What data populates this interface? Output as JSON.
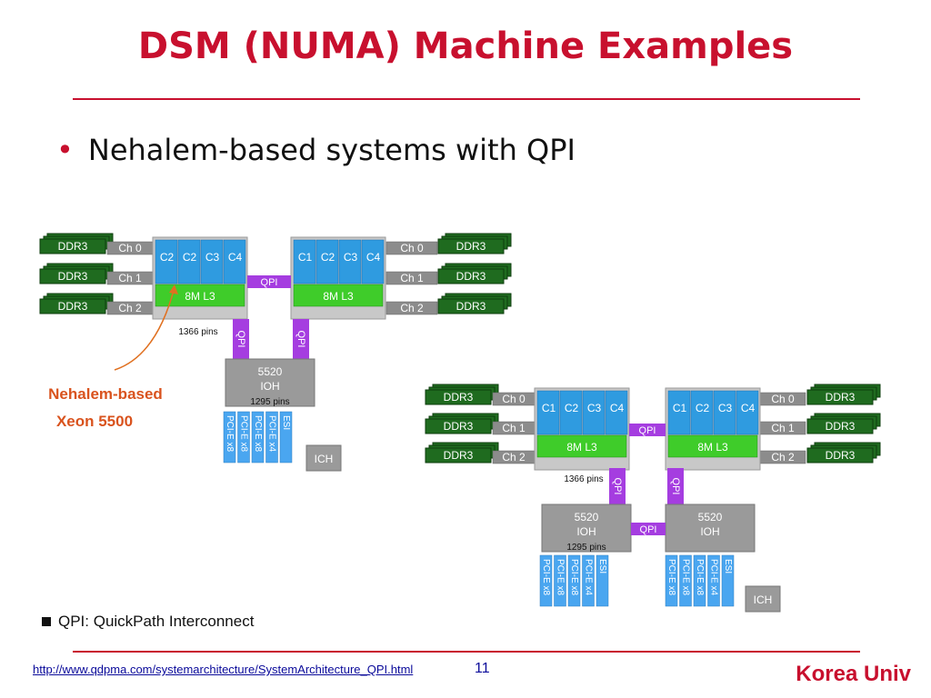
{
  "slide": {
    "title": "DSM (NUMA) Machine Examples",
    "bullet": "Nehalem-based systems with QPI",
    "callout_line1": "Nehalem-based",
    "callout_line2": "Xeon 5500",
    "note": "QPI: QuickPath Interconnect",
    "source_url": "http://www.qdpma.com/systemarchitecture/SystemArchitecture_QPI.html",
    "page_number": "11",
    "brand": "Korea Univ"
  },
  "diagram": {
    "memory_label": "DDR3",
    "channels": [
      "Ch 0",
      "Ch 1",
      "Ch 2"
    ],
    "cpu_cores_a": [
      "C2",
      "C2",
      "C3",
      "C4"
    ],
    "cpu_cores_b": [
      "C1",
      "C2",
      "C3",
      "C4"
    ],
    "cache_label": "8M L3",
    "link_label": "QPI",
    "cpu_pins": "1366 pins",
    "ioh_name": "5520",
    "ioh_sub": "IOH",
    "ioh_pins": "1295 pins",
    "io_ports": [
      "PCI-E x8",
      "PCI-E x8",
      "PCI-E x8",
      "PCI-E x4",
      "ESI"
    ],
    "ich_label": "ICH",
    "colors": {
      "dimm": "#1f6b1f",
      "chan": "#8c8c8c",
      "cpu": "#c8c8c8",
      "core": "#2f9be0",
      "cache": "#3fcc2a",
      "qpi": "#a53de0",
      "pcie": "#4aa6f0",
      "ioh": "#9a9a9a"
    }
  }
}
